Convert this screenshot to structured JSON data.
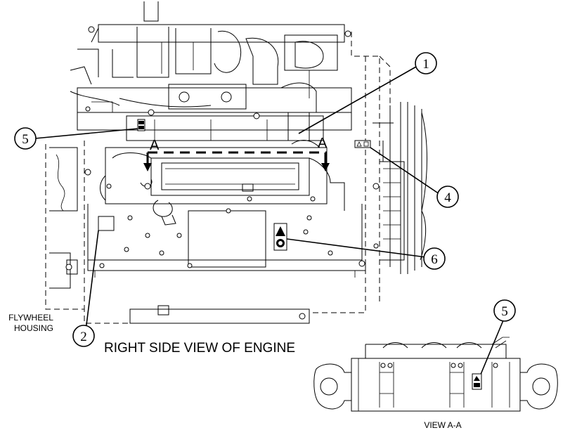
{
  "callouts": {
    "c1": "1",
    "c2": "2",
    "c4": "4",
    "c5_main": "5",
    "c5_view": "5",
    "c6": "6"
  },
  "section_marks": {
    "left": "A",
    "right": "A"
  },
  "labels": {
    "flywheel_line1": "FLYWHEEL",
    "flywheel_line2": "HOUSING",
    "main_view_title": "RIGHT SIDE VIEW OF ENGINE",
    "section_view_title": "VIEW A-A"
  }
}
